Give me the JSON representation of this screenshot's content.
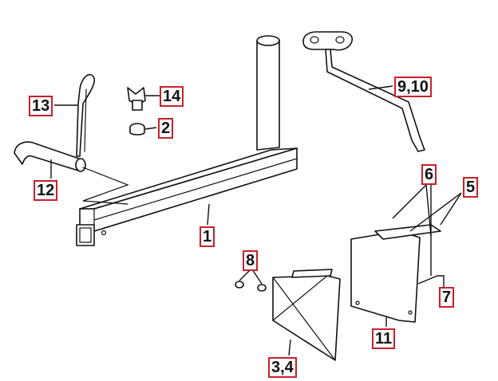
{
  "callouts": {
    "c1": "1",
    "c2": "2",
    "c34": "3,4",
    "c5": "5",
    "c6": "6",
    "c7": "7",
    "c8": "8",
    "c910": "9,10",
    "c11": "11",
    "c12": "12",
    "c13": "13",
    "c14": "14"
  },
  "colors": {
    "callout_border": "#c8202a",
    "line": "#111111"
  }
}
